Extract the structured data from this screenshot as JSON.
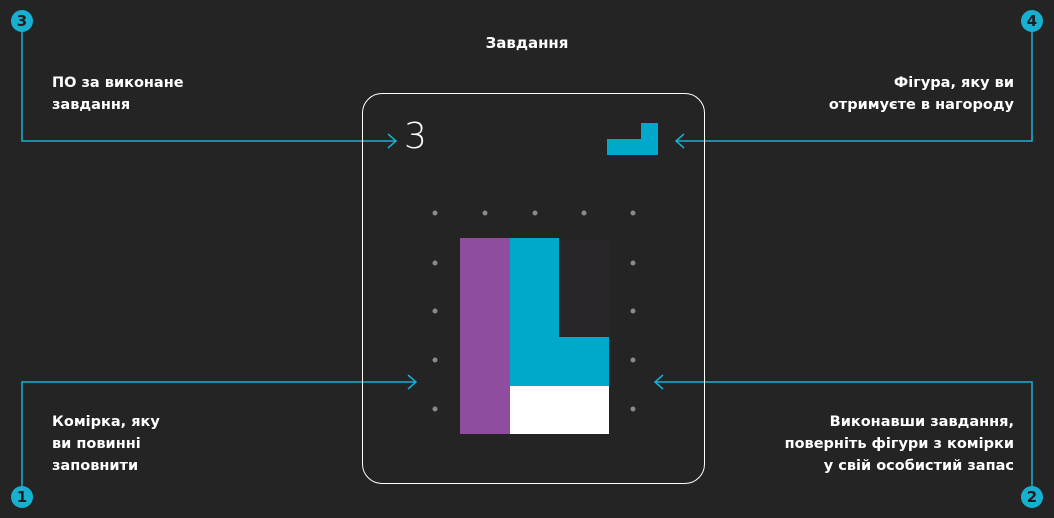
{
  "title": "Завдання",
  "points_value": "3",
  "callouts": [
    {
      "number": "1",
      "lines": [
        "Комірка, яку",
        "ви повинні",
        "заповнити"
      ]
    },
    {
      "number": "2",
      "lines": [
        "Виконавши завдання,",
        "поверніть фігури з комірки",
        "у свій особистий запас"
      ]
    },
    {
      "number": "3",
      "lines": [
        "ПО за виконане",
        "завдання"
      ]
    },
    {
      "number": "4",
      "lines": [
        "Фігура, яку ви",
        "отримуєте в нагороду"
      ]
    }
  ],
  "colors": {
    "accent": "#18b0d0",
    "cyan_piece": "#00a9cc",
    "purple_piece": "#8e4d9e",
    "white_cells": "#ffffff",
    "background": "#242424"
  }
}
